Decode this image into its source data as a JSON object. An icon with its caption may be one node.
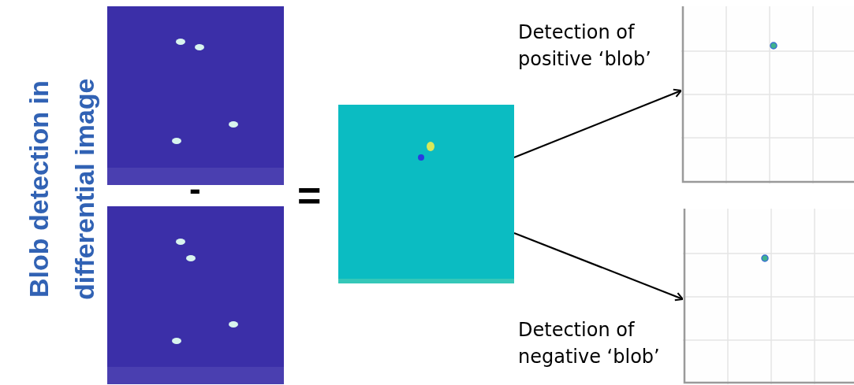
{
  "diagram": {
    "title": "Blob detection in differential image",
    "nodes": [
      {
        "text": [],
        "shape": "picture"
      },
      {
        "text": [],
        "shape": "picture"
      },
      {
        "text": [],
        "shape": "picture"
      },
      {
        "text": [],
        "shape": "picture",
        "beside": [
          "Detection of positive ‘blob’"
        ]
      },
      {
        "text": [],
        "shape": "picture",
        "beside": [
          "Detection of negative ‘blob’"
        ]
      }
    ],
    "edges": [
      {
        "from": 2,
        "to": 3,
        "arrow": "to"
      },
      {
        "from": 2,
        "to": 4,
        "arrow": "to"
      }
    ],
    "labels": [
      "-",
      "="
    ]
  }
}
